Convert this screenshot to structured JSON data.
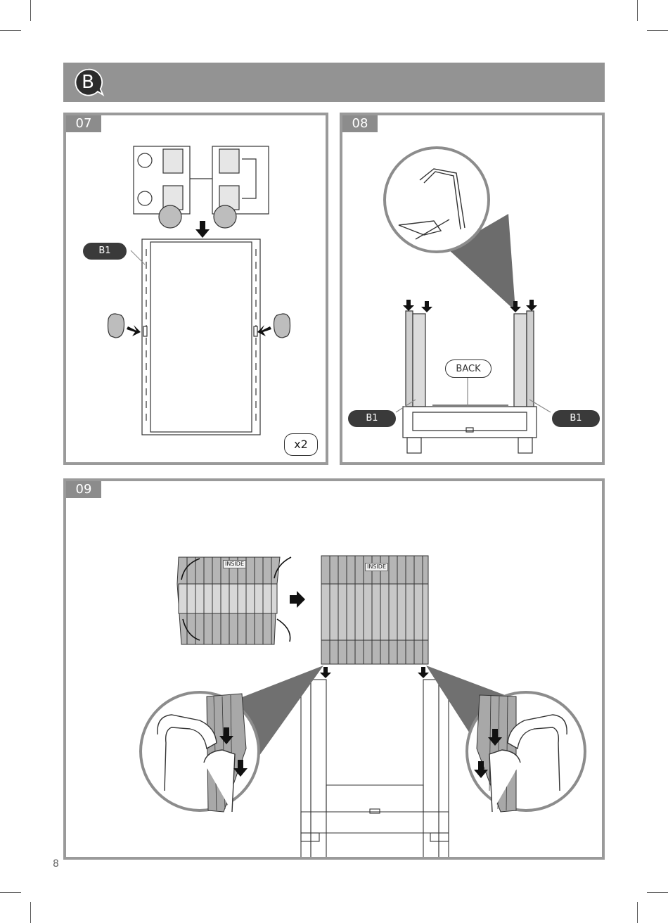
{
  "header": {
    "section_letter": "B"
  },
  "steps": [
    {
      "number": "07",
      "part_label": "B1",
      "quantity": "x2"
    },
    {
      "number": "08",
      "part_label_left": "B1",
      "part_label_right": "B1",
      "back_label": "BACK"
    },
    {
      "number": "09",
      "inside_label_folded": "INSIDE",
      "inside_label_flat": "INSIDE"
    }
  ],
  "page_number": "8",
  "colors": {
    "header": "#939393",
    "panel_border": "#9a9a9a",
    "badge": "#2b2b2b",
    "dark_label": "#3a3a3a"
  }
}
